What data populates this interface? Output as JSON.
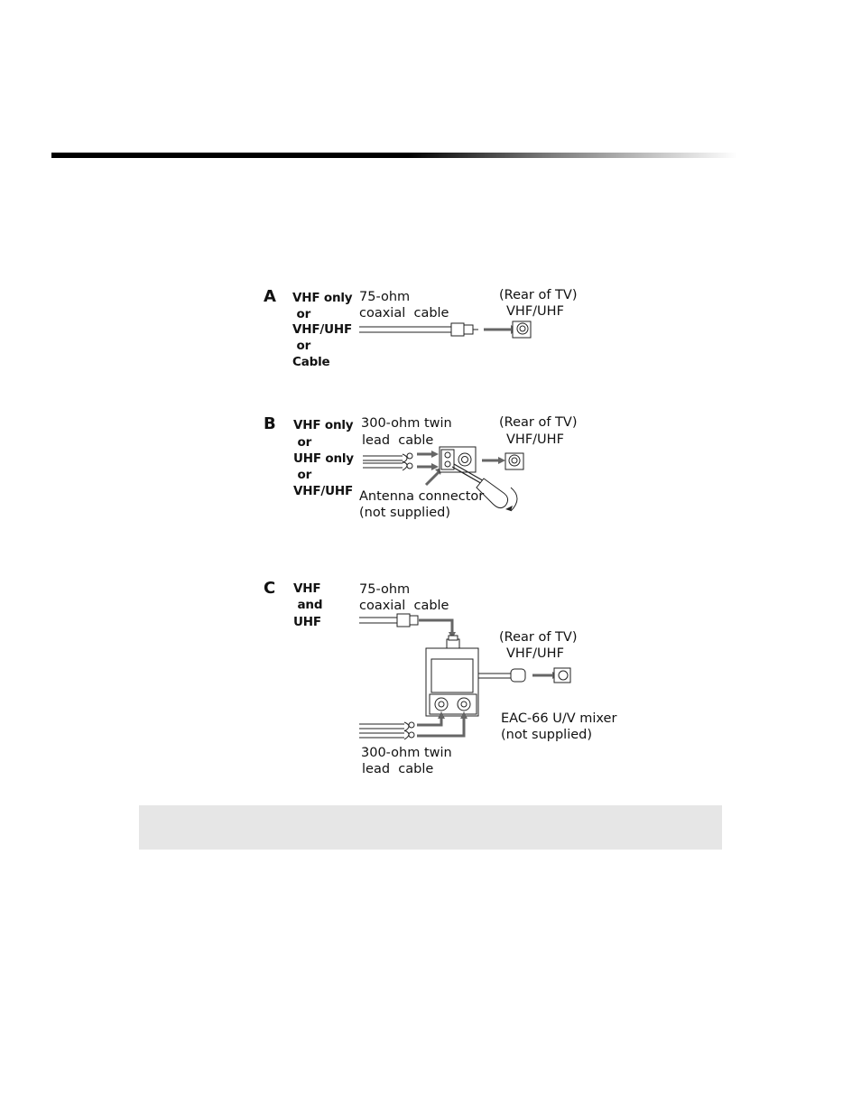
{
  "sectionA": {
    "letter": "A",
    "source": [
      "VHF only",
      " or",
      "VHF/UHF",
      " or",
      "Cable"
    ],
    "cable": [
      "75-ohm",
      "coaxial  cable"
    ],
    "tv": [
      "(Rear of TV)",
      "VHF/UHF"
    ]
  },
  "sectionB": {
    "letter": "B",
    "source": [
      "VHF only",
      " or",
      "UHF only",
      " or",
      "VHF/UHF"
    ],
    "cable": [
      "300-ohm twin",
      "lead  cable"
    ],
    "tv": [
      "(Rear of TV)",
      "VHF/UHF"
    ],
    "connector": [
      "Antenna connector",
      "(not supplied)"
    ]
  },
  "sectionC": {
    "letter": "C",
    "source": [
      "VHF",
      " and",
      "UHF"
    ],
    "cable_top": [
      "75-ohm",
      "coaxial  cable"
    ],
    "tv": [
      "(Rear of TV)",
      "VHF/UHF"
    ],
    "mixer": [
      "EAC-66 U/V mixer",
      "(not supplied)"
    ],
    "cable_bottom": [
      "300-ohm twin",
      "lead  cable"
    ]
  }
}
